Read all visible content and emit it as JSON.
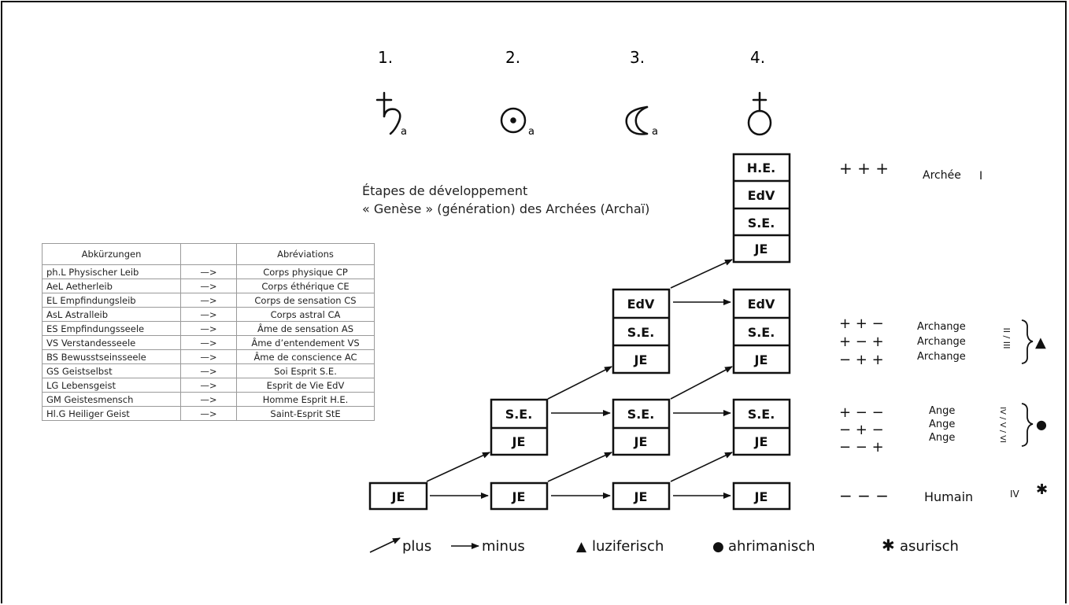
{
  "title": {
    "line1": "Étapes de développement",
    "line2": "« Genèse » (génération) des Archées (Archaï)"
  },
  "stages": [
    {
      "number": "1.",
      "symbol": "saturn-symbol",
      "subscript": "a"
    },
    {
      "number": "2.",
      "symbol": "sun-symbol",
      "subscript": "a"
    },
    {
      "number": "3.",
      "symbol": "moon-symbol",
      "subscript": "a"
    },
    {
      "number": "4.",
      "symbol": "earth-symbol",
      "subscript": ""
    }
  ],
  "table": {
    "headers": [
      "Abkürzungen",
      "",
      "Abréviations"
    ],
    "rows": [
      [
        "ph.L Physischer Leib",
        "—>",
        "Corps physique CP"
      ],
      [
        "AeL Aetherleib",
        "—>",
        "Corps éthérique CE"
      ],
      [
        "EL Empfindungsleib",
        "—>",
        "Corps de sensation CS"
      ],
      [
        "AsL Astralleib",
        "—>",
        "Corps astral CA"
      ],
      [
        "ES Empfindungsseele",
        "—>",
        "Âme de sensation AS"
      ],
      [
        "VS Verstandesseele",
        "—>",
        "Âme d’entendement VS"
      ],
      [
        "BS Bewusstseinsseele",
        "—>",
        "Âme de conscience AC"
      ],
      [
        "GS Geistselbst",
        "—>",
        "Soi Esprit S.E."
      ],
      [
        "LG Lebensgeist",
        "—>",
        "Esprit de Vie EdV"
      ],
      [
        "GM Geistesmensch",
        "—>",
        "Homme Esprit H.E."
      ],
      [
        "Hl.G Heiliger Geist",
        "—>",
        "Saint-Esprit StE"
      ]
    ]
  },
  "cells": {
    "je": "JE",
    "se": "S.E.",
    "edv": "EdV",
    "he": "H.E."
  },
  "levels": [
    {
      "signs": [
        "+ + +"
      ],
      "labels": [
        "Archée"
      ],
      "roman": "I",
      "mark": ""
    },
    {
      "signs": [
        "+ + −",
        "+ − +",
        "− + +"
      ],
      "labels": [
        "Archange",
        "Archange",
        "Archange"
      ],
      "roman": "II / III",
      "mark": "▲"
    },
    {
      "signs": [
        "+ − −",
        "− + −",
        "− − +"
      ],
      "labels": [
        "Ange",
        "Ange",
        "Ange"
      ],
      "roman": "IV / V / VI",
      "mark": "●"
    },
    {
      "signs": [
        "− − −"
      ],
      "labels": [
        "Humain"
      ],
      "roman": "IV",
      "mark": "✱"
    }
  ],
  "legend": {
    "plus": "plus",
    "minus": "minus",
    "luciferic": "luziferisch",
    "ahrimanic": "ahrimanisch",
    "asuric": "asurisch",
    "luciferic_mark": "▲",
    "ahrimanic_mark": "●",
    "asuric_mark": "✱"
  }
}
